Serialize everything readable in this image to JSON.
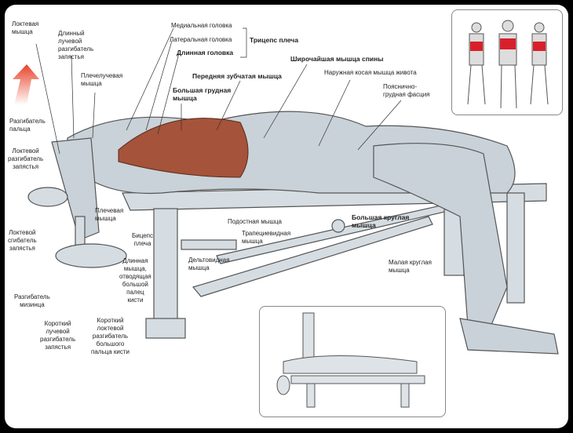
{
  "labels": {
    "anconeus": "Локтевая\nмышца",
    "ext_carpi_rad_longus": "Длинный\nлучевой\nразгибатель\nзапястья",
    "brachioradialis": "Плечелучевая\nмышца",
    "medial_head": "Медиальная головка",
    "lateral_head": "Латеральная головка",
    "long_head": "Длинная головка",
    "triceps": "Трицепс плеча",
    "latissimus": "Широчайшая мышца спины",
    "serratus": "Передняя зубчатая мышца",
    "ext_oblique": "Наружная косая мышца живота",
    "pectoralis": "Большая грудная\nмышца",
    "thoracolumbar": "Пояснично-\nгрудная фасция",
    "ext_digitorum": "Разгибатель\nпальца",
    "ext_carpi_ulnaris": "Локтевой\nразгибатель\nзапястья",
    "brachialis": "Плечевая\nмышца",
    "flex_carpi_ulnaris": "Локтевой\nсгибатель\nзапястья",
    "biceps": "Бицепс\nплеча",
    "abd_pollicis_longus": "Длинная\nмышца,\nотводящая\nбольшой\nпалец\nкисти",
    "ext_digiti_minimi": "Разгибатель\nмизинца",
    "ext_carpi_rad_brevis": "Короткий\nлучевой\nразгибатель\nзапястья",
    "ext_pollicis_brevis": "Короткий\nлоктевой\nразгибатель\nбольшого\nпальца кисти",
    "infraspinatus": "Подостная мышца",
    "trapezius": "Трапециевидная\nмышца",
    "deltoid": "Дельтовидная\nмышца",
    "teres_major": "Большая круглая\nмышца",
    "teres_minor": "Малая круглая\nмышца"
  },
  "colors": {
    "muscle": "#a5533a",
    "highlight": "#d8202a",
    "arrow": "#e8432a",
    "skin": "#c9d2d8"
  }
}
